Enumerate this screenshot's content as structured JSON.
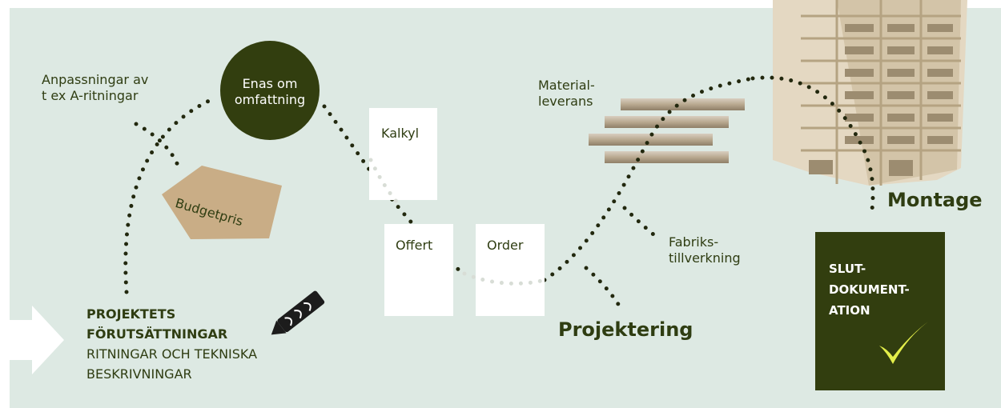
{
  "labels": {
    "adaptations_line1": "Anpassningar av",
    "adaptations_line2": "t ex A-ritningar",
    "scope_line1": "Enas om",
    "scope_line2": "omfattning",
    "budget": "Budgetpris",
    "calc": "Kalkyl",
    "quote": "Offert",
    "order": "Order",
    "material_line1": "Material-",
    "material_line2": "leverans",
    "factory_line1": "Fabriks-",
    "factory_line2": "tillverkning",
    "montage": "Montage",
    "projektering": "Projektering",
    "prereq_line1": "PROJEKTETS",
    "prereq_line2": "FÖRUTSÄTTNINGAR",
    "drawings_line1": "RITNINGAR OCH TEKNISKA",
    "drawings_line2": "BESKRIVNINGAR",
    "final_line1": "SLUT-",
    "final_line2": "DOKUMENT-",
    "final_line3": "ATION"
  },
  "colors": {
    "background": "#dde9e3",
    "dark_green": "#323e0f",
    "text_green": "#2f3d12",
    "check": "#e4ef4a",
    "tag": "#c9ad86",
    "card": "#ffffff"
  },
  "icons": [
    "arrow-right-icon",
    "crayon-icon",
    "checkmark-icon",
    "budget-tag-icon",
    "timber-beam-icon",
    "building-image"
  ]
}
